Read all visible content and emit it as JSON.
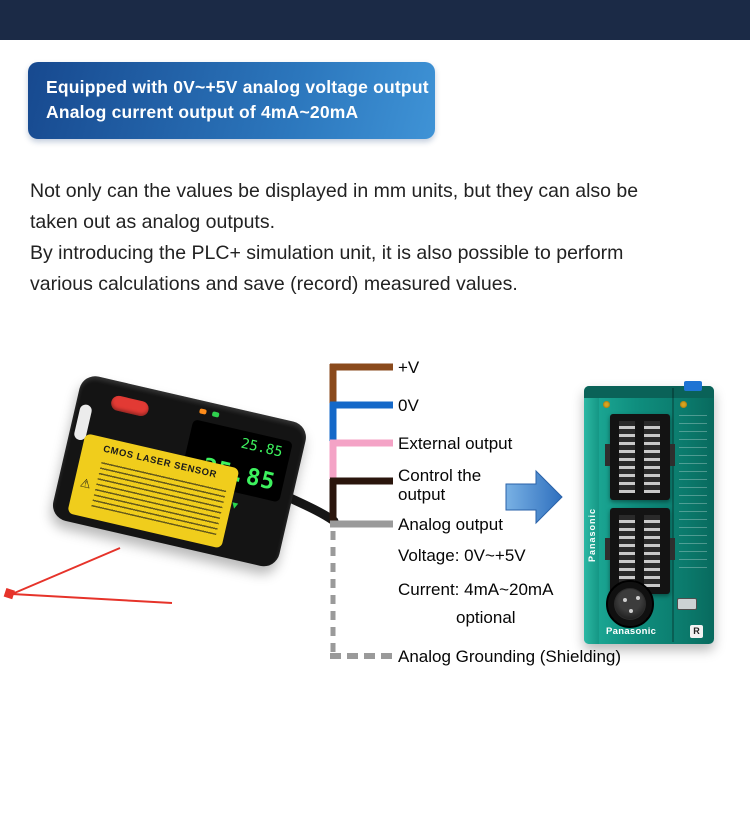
{
  "page": {
    "top_bar_color": "#1b2a46",
    "background": "#ffffff"
  },
  "banner": {
    "line1": "Equipped with 0V~+5V analog voltage output",
    "line2": "Analog current output of 4mA~20mA",
    "gradient_start": "#17498f",
    "gradient_end": "#3f93d6",
    "text_color": "#ffffff"
  },
  "intro": {
    "p1": "Not only can the values be displayed in mm units, but they can also be taken out as analog outputs.",
    "p2": "By introducing the PLC+ simulation unit, it is also possible to perform various calculations and save (record) measured values."
  },
  "sensor": {
    "label_title": "CMOS LASER SENSOR",
    "display_top": "25.85",
    "display_bottom": "25.85",
    "keys": "▲ ▼",
    "display_color": "#3df25e",
    "body_color": "#141414",
    "label_color": "#f0cd1c",
    "laser_color": "#e6332a"
  },
  "wiring": {
    "labels": {
      "v_plus": "+V",
      "zero_v": "0V",
      "external": "External output",
      "control_line1": "Control the",
      "control_line2": "output",
      "analog": "Analog output",
      "voltage": "Voltage: 0V~+5V",
      "current": "Current: 4mA~20mA",
      "optional": "optional",
      "grounding": "Analog Grounding (Shielding)"
    },
    "wire_colors": {
      "v_plus": "#8a4a1c",
      "zero_v": "#1468c8",
      "external": "#f4a3c6",
      "control": "#2a150c",
      "analog": "#9a9a9a"
    }
  },
  "arrow": {
    "color": "#4a8fd4"
  },
  "plc": {
    "brand_side": "Panasonic",
    "brand_bottom": "Panasonic",
    "badge_r": "R",
    "body_color": "#0d8578"
  }
}
